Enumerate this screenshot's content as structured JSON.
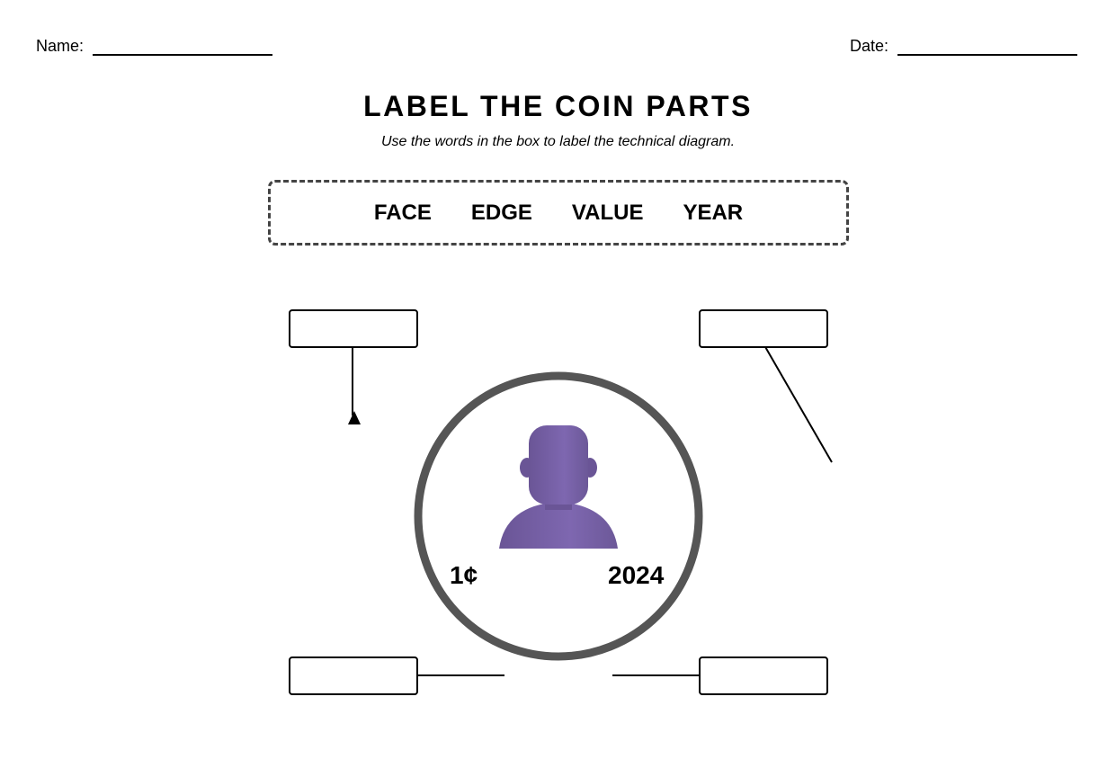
{
  "header": {
    "name_label": "Name:",
    "date_label": "Date:"
  },
  "title": "LABEL THE COIN PARTS",
  "subtitle": "Use the words in the box to label the technical diagram.",
  "word_bank": [
    "FACE",
    "EDGE",
    "VALUE",
    "YEAR"
  ],
  "coin": {
    "value_text": "1¢",
    "year_text": "2024",
    "rim_color": "#555555",
    "portrait_color": "#7a64a8"
  }
}
